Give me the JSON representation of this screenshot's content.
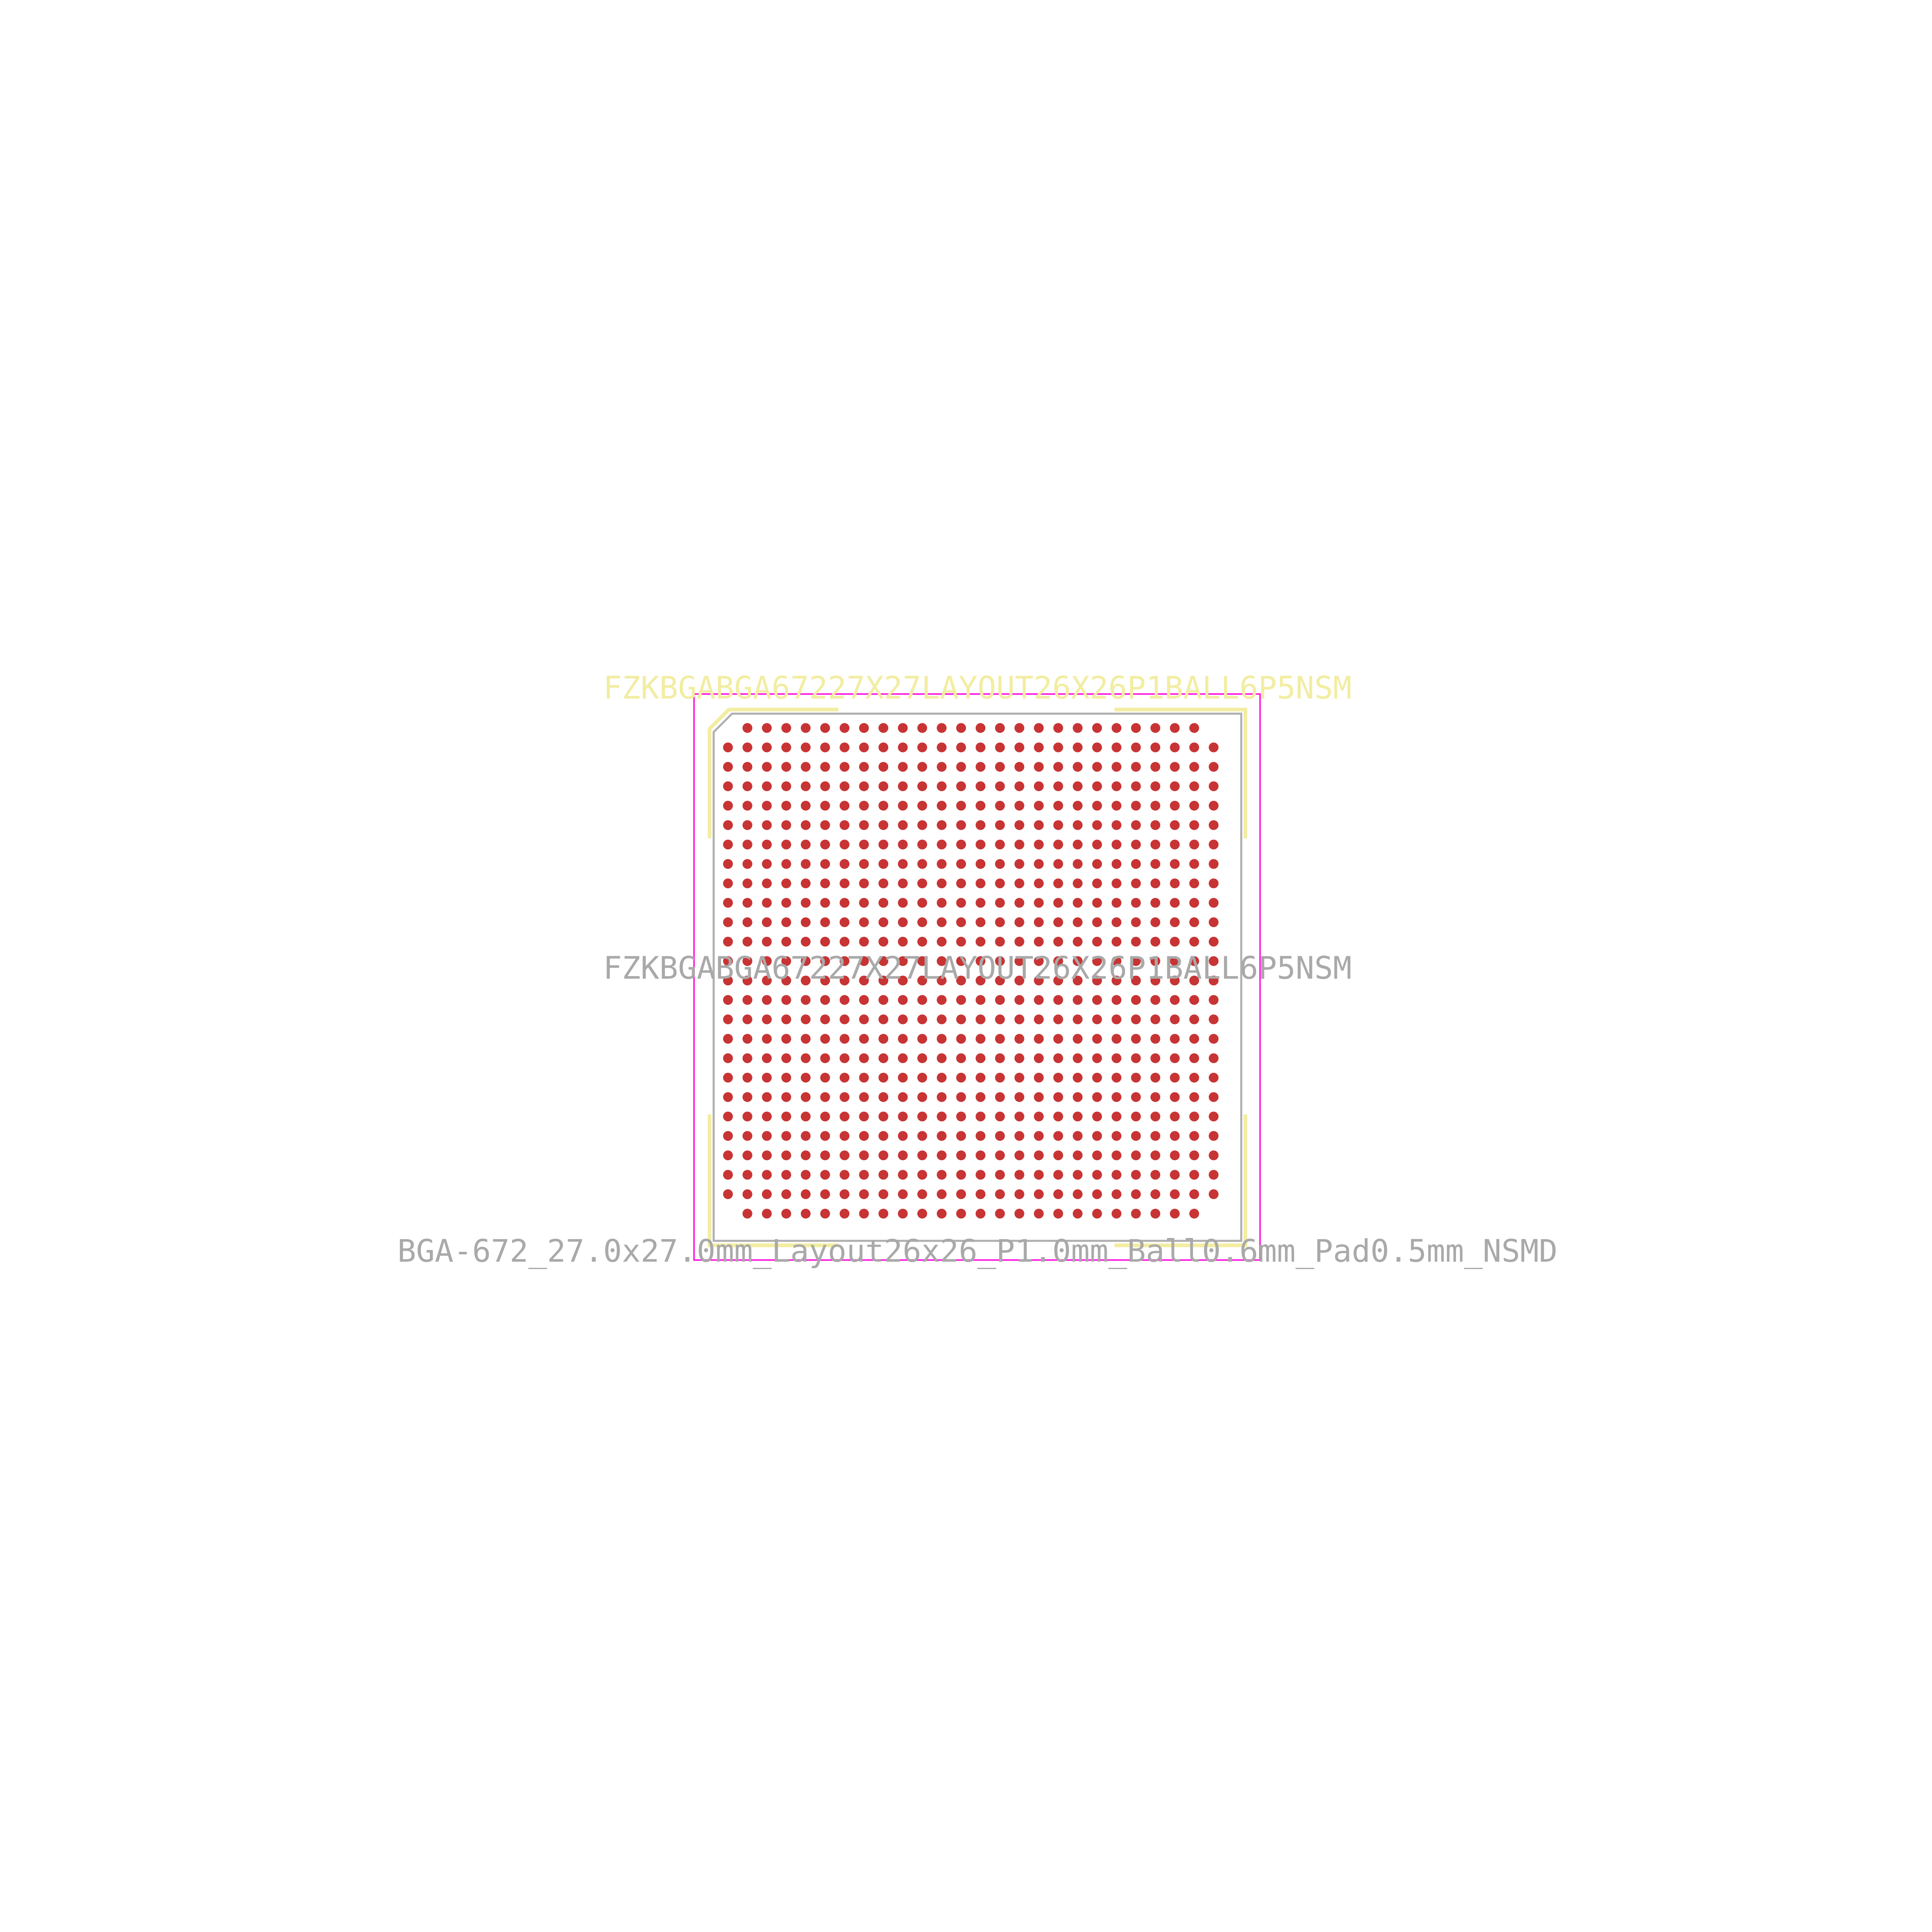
{
  "footprint": {
    "reference_text": "FZKBGABGA67227X27LAYOUT26X26P1BALL6P5NSM",
    "value_text": "FZKBGABGA67227X27LAYOUT26X26P1BALL6P5NSM",
    "footprint_name": "BGA-672_27.0x27.0mm_Layout26x26_P1.0mm_Ball0.6mm_Pad0.5mm_NSMD",
    "grid": {
      "rows": 26,
      "cols": 26,
      "missing_pads": [
        [
          0,
          0
        ],
        [
          0,
          25
        ],
        [
          25,
          0
        ],
        [
          25,
          25
        ]
      ]
    }
  },
  "colors": {
    "background": "#ffffff",
    "pad": "#c83434",
    "silkscreen": "#f2eda1",
    "fab_outline": "#afafaf",
    "courtyard": "#ff26e2",
    "reference_text": "#f2eda1",
    "value_text": "#a9a9a9",
    "name_text": "#a9a9a9"
  }
}
